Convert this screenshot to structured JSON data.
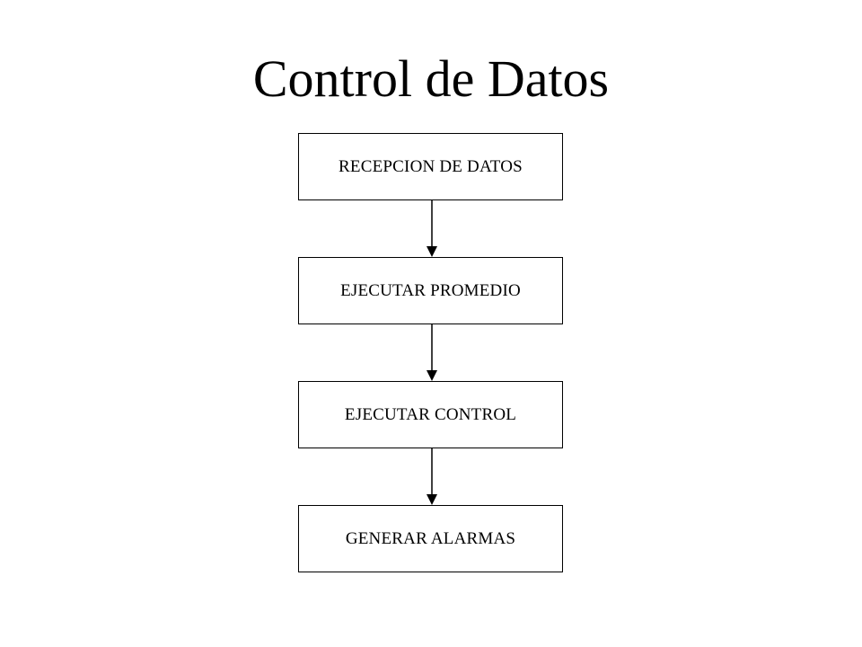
{
  "slide": {
    "title": "Control de Datos"
  },
  "flowchart": {
    "steps": [
      {
        "label": "RECEPCION DE DATOS"
      },
      {
        "label": "EJECUTAR PROMEDIO"
      },
      {
        "label": "EJECUTAR CONTROL"
      },
      {
        "label": "GENERAR ALARMAS"
      }
    ],
    "colors": {
      "line": "#000000",
      "box_fill": "#ffffff",
      "background": "#ffffff"
    }
  }
}
